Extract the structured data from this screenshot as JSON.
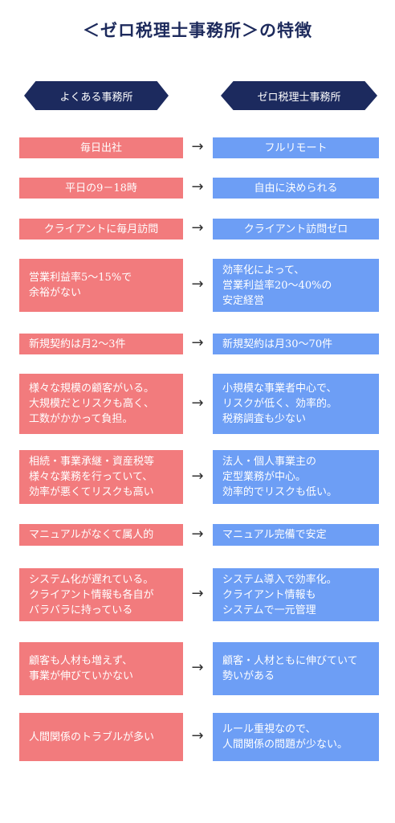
{
  "title": "＜ゼロ税理士事務所＞の特徴",
  "header_left": "よくある事務所",
  "header_right": "ゼロ税理士事務所",
  "arrow": "→",
  "rows": [
    {
      "left": "毎日出社",
      "right": "フルリモート"
    },
    {
      "left": "平日の9－18時",
      "right": "自由に決められる"
    },
    {
      "left": "クライアントに毎月訪問",
      "right": "クライアント訪問ゼロ"
    },
    {
      "left": "営業利益率5～15%で\n余裕がない",
      "right": "効率化によって、\n営業利益率20～40%の\n安定経営"
    },
    {
      "left": "新規契約は月2～3件",
      "right": "新規契約は月30～70件"
    },
    {
      "left": "様々な規模の顧客がいる。\n大規模だとリスクも高く、\n工数がかかって負担。",
      "right": "小規模な事業者中心で、\nリスクが低く、効率的。\n税務調査も少ない"
    },
    {
      "left": "相続・事業承継・資産税等\n様々な業務を行っていて、\n効率が悪くてリスクも高い",
      "right": "法人・個人事業主の\n定型業務が中心。\n効率的でリスクも低い。"
    },
    {
      "left": "マニュアルがなくて属人的",
      "right": "マニュアル完備で安定"
    },
    {
      "left": "システム化が遅れている。\nクライアント情報も各自が\nバラバラに持っている",
      "right": "システム導入で効率化。\nクライアント情報も\nシステムで一元管理"
    },
    {
      "left": "顧客も人材も増えず、\n事業が伸びていかない",
      "right": "顧客・人材ともに伸びていて\n勢いがある"
    },
    {
      "left": "人間関係のトラブルが多い",
      "right": "ルール重視なので、\n人間関係の問題が少ない。"
    }
  ]
}
